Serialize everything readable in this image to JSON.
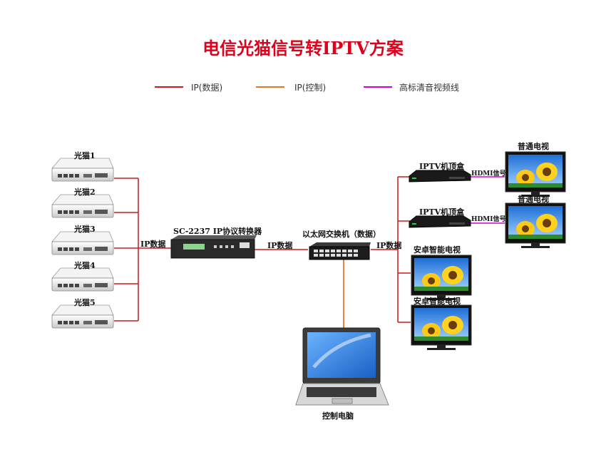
{
  "title": "电信光猫信号转IPTV方案",
  "colors": {
    "title": "#e0001b",
    "data_line": "#cc1c1c",
    "control_line": "#e87722",
    "hdmi_line": "#d400d4"
  },
  "legend": [
    {
      "label": "IP(数据)",
      "color": "#cc1c1c"
    },
    {
      "label": "IP(控制)",
      "color": "#e87722"
    },
    {
      "label": "高标清音视频线",
      "color": "#d400d4"
    }
  ],
  "modems": [
    "光猫1",
    "光猫2",
    "光猫3",
    "光猫4",
    "光猫5"
  ],
  "converter": {
    "label": "SC-2237 IP协议转换器"
  },
  "switch": {
    "label": "以太网交换机（数据）"
  },
  "link_labels": {
    "modems_to_converter": "IP数据",
    "converter_to_switch": "IP数据",
    "switch_to_displays": "IP数据"
  },
  "stb": [
    {
      "label": "IPTV机顶盒",
      "hdmi": "HDMI信号",
      "tv": "普通电视"
    },
    {
      "label": "IPTV机顶盒",
      "hdmi": "HDMI信号",
      "tv": "普通电视"
    }
  ],
  "smart_tvs": [
    "安卓智能电视",
    "安卓智能电视"
  ],
  "pc": {
    "label": "控制电脑"
  },
  "icons": [
    "modem-icon",
    "protocol-converter-icon",
    "ethernet-switch-icon",
    "set-top-box-icon",
    "tv-icon",
    "laptop-icon"
  ]
}
